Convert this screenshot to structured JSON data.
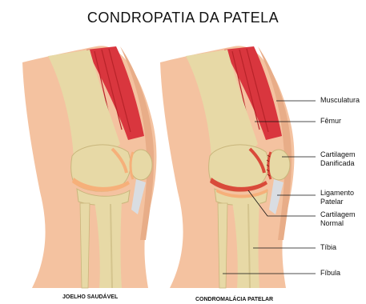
{
  "title": "CONDROPATIA DA PATELA",
  "labels": {
    "musculatura": "Musculatura",
    "femur": "Fêmur",
    "cartilagem_danificada": "Cartilagem Danificada",
    "ligamento_patelar": "Ligamento Patelar",
    "cartilagem_normal": "Cartilagem Normal",
    "tibia": "Tíbia",
    "fibula": "Fíbula"
  },
  "captions": {
    "healthy": "JOELHO SAUDÁVEL",
    "disease": "CONDROMALÁCIA PATELAR"
  },
  "colors": {
    "skin": "#f4c2a0",
    "skin_dark": "#e8ad88",
    "bone": "#e7d9a6",
    "bone_shade": "#c9b67c",
    "muscle": "#d9363e",
    "cartilage": "#f6b07a",
    "cartilage_damaged": "#d94a3a",
    "ligament": "#d9dde2"
  }
}
